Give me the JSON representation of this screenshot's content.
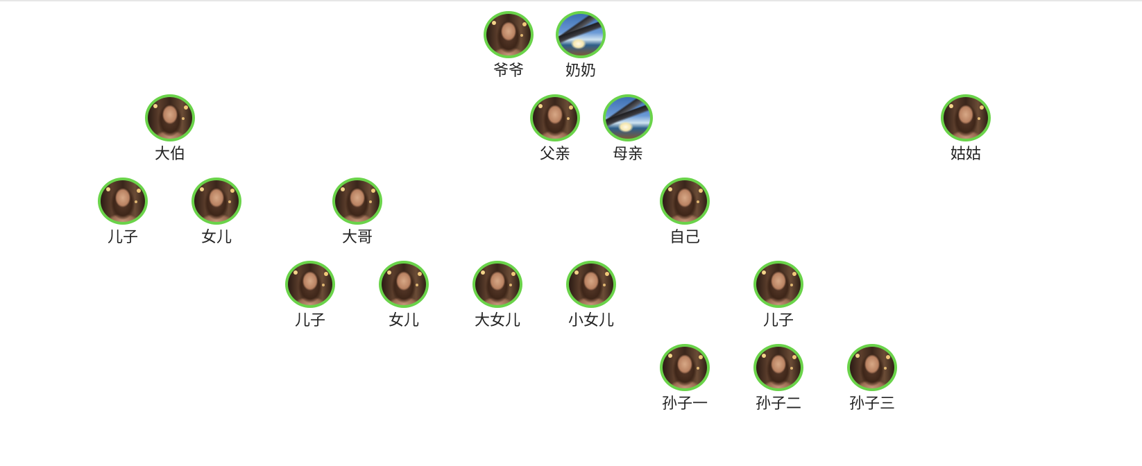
{
  "tree": {
    "grandfather": {
      "label": "爷爷",
      "avatar": "portrait-photo"
    },
    "grandmother": {
      "label": "奶奶",
      "avatar": "eagle-photo"
    },
    "uncle": {
      "label": "大伯",
      "avatar": "portrait-photo"
    },
    "father": {
      "label": "父亲",
      "avatar": "portrait-photo"
    },
    "mother": {
      "label": "母亲",
      "avatar": "eagle-photo"
    },
    "aunt": {
      "label": "姑姑",
      "avatar": "portrait-photo"
    },
    "uncle_son": {
      "label": "儿子",
      "avatar": "portrait-photo"
    },
    "uncle_daughter": {
      "label": "女儿",
      "avatar": "portrait-photo"
    },
    "elder_brother": {
      "label": "大哥",
      "avatar": "portrait-photo"
    },
    "self": {
      "label": "自己",
      "avatar": "portrait-photo"
    },
    "brother_son": {
      "label": "儿子",
      "avatar": "portrait-photo"
    },
    "brother_daughter": {
      "label": "女儿",
      "avatar": "portrait-photo"
    },
    "brother_elder_daughter": {
      "label": "大女儿",
      "avatar": "portrait-photo"
    },
    "brother_younger_daughter": {
      "label": "小女儿",
      "avatar": "portrait-photo"
    },
    "self_son": {
      "label": "儿子",
      "avatar": "portrait-photo"
    },
    "grandson_1": {
      "label": "孙子一",
      "avatar": "portrait-photo"
    },
    "grandson_2": {
      "label": "孙子二",
      "avatar": "portrait-photo"
    },
    "grandson_3": {
      "label": "孙子三",
      "avatar": "portrait-photo"
    }
  },
  "colors": {
    "avatar_border": "#6ad34a",
    "label_text": "#222222",
    "background": "#ffffff"
  }
}
